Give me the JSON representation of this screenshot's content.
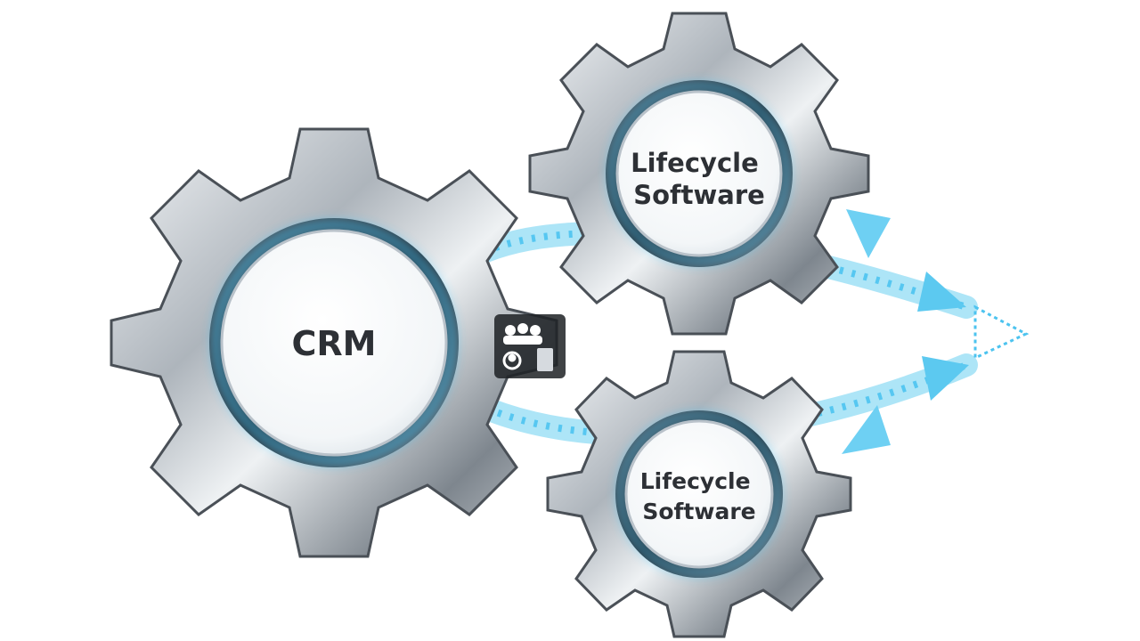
{
  "gears": [
    {
      "id": "crm",
      "label": "CRM"
    },
    {
      "id": "lifecycle-top",
      "label_lines": [
        "Lifecycle",
        "Software"
      ]
    },
    {
      "id": "lifecycle-bottom",
      "label_lines": [
        "Lifecycle",
        "Software"
      ]
    }
  ],
  "colors": {
    "flow_arrow": "#4cc3ef",
    "flow_arrow_light": "#a9e3f7",
    "gear_metal_light": "#e8ebee",
    "gear_metal_dark": "#6b737b",
    "gear_rim": "#3b4148",
    "label": "#2d3035",
    "glow": "#39c6ff"
  },
  "icons": [
    "people-icon",
    "user-icon",
    "document-icon"
  ]
}
